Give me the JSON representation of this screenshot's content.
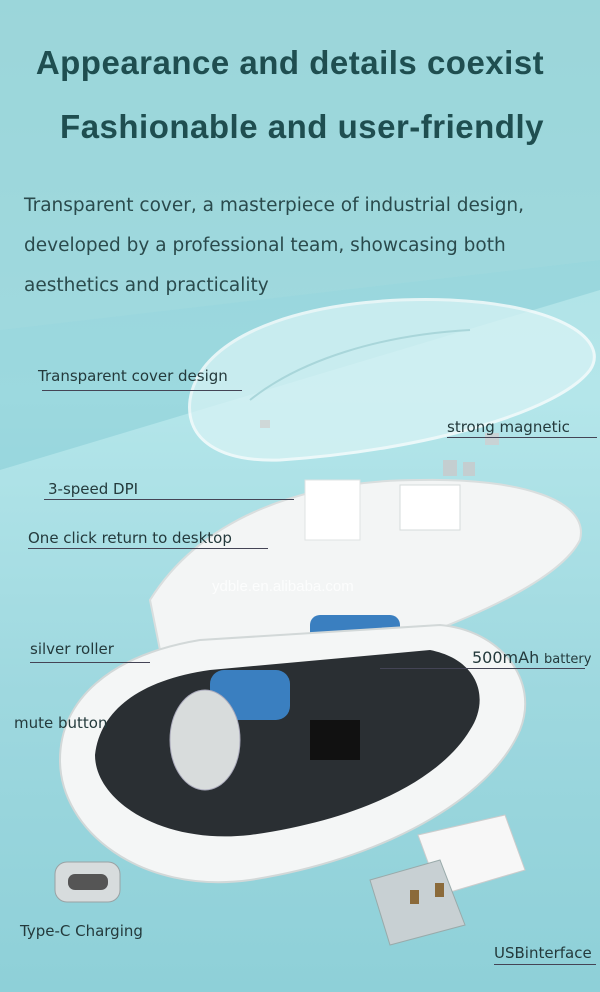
{
  "header": {
    "title_line1": "Appearance and details coexist",
    "title_line2": "Fashionable and user-friendly",
    "description": "Transparent cover, a masterpiece of industrial design, developed by a professional team, showcasing both aesthetics and practicality"
  },
  "callouts": {
    "cover": "Transparent cover design",
    "magnetic": "strong magnetic",
    "dpi": "3-speed DPI",
    "desktop": "One click return to desktop",
    "roller": "silver roller",
    "battery_capacity": "500mAh",
    "battery_word": "battery",
    "mute": "mute button",
    "typec": "Type-C Charging",
    "usb": "USBinterface"
  },
  "watermark": "ydble.en.alibaba.com",
  "colors": {
    "title": "#1f4e50",
    "background": "#b4e6ea",
    "battery": "#3a7fc0"
  }
}
